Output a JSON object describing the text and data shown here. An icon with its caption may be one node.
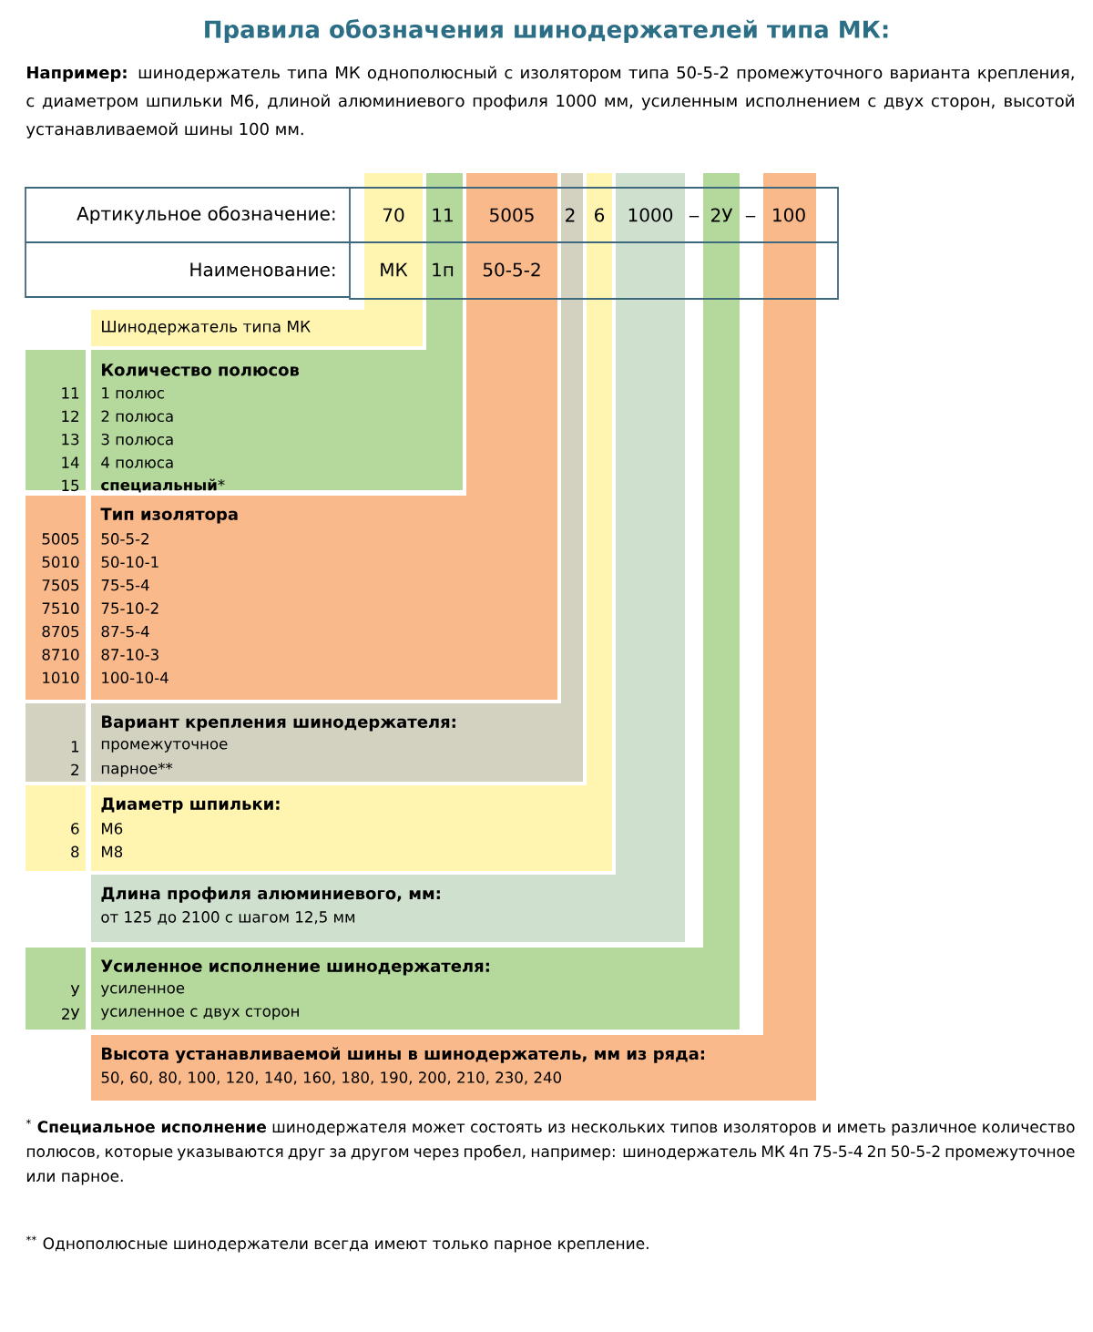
{
  "diagram": {
    "title": "Правила обозначения шинодержателей типа МК:",
    "nodes": [
      {
        "text": [
          "Шинодержатель типа МК"
        ]
      },
      {
        "text": [
          "Количество полюсов",
          "1 полюс",
          "2 полюса",
          "3 полюса",
          "4 полюса",
          "**специальный***"
        ],
        "beside": [
          "11",
          "12",
          "13",
          "14",
          "15"
        ]
      },
      {
        "text": [
          "Тип изолятора",
          "50-5-2",
          "50-10-1",
          "75-5-4",
          "75-10-2",
          "87-5-4",
          "87-10-3",
          "100-10-4"
        ],
        "beside": [
          "5005",
          "5010",
          "7505",
          "7510",
          "8705",
          "8710",
          "1010"
        ]
      },
      {
        "text": [
          "Вариант крепления шинодержателя:",
          "промежуточное",
          "парное**"
        ],
        "beside": [
          "1",
          "2"
        ]
      },
      {
        "text": [
          "Диаметр шпильки:",
          "М6",
          "М8"
        ],
        "beside": [
          "6",
          "8"
        ]
      },
      {
        "text": [
          "Длина профиля алюминиевого, мм:",
          "от 125 до 2100 с шагом 12,5 мм"
        ]
      },
      {
        "text": [
          "Усиленное исполнение шинодержателя:",
          "усиленное",
          "усиленное с двух сторон"
        ],
        "beside": [
          "У",
          "2У"
        ]
      },
      {
        "text": [
          "Высота устанавливаемой шины в шинодержатель, мм из ряда:",
          "50, 60, 80, 100, 120, 140, 160, 180, 190, 200, 210, 230, 240"
        ]
      }
    ],
    "labels": [
      "**Например:** шинодержатель типа МК однополюсный с изолятором типа 50-5-2 промежуточного варианта крепления, с диаметром шпильки М6, длиной алюминиевого профиля 1000 мм, усиленным исполнением с двух сторон, высотой устанавливаемой шины 100 мм.",
      "Артикульное обозначение:",
      "70",
      "11",
      "5005",
      "2",
      "6",
      "1000",
      "_",
      "2У",
      "_",
      "100",
      "Наименование:",
      "МК",
      "1п",
      "50-5-2",
      "$^{*}$ **Специальное исполнение** шинодержателя может состоять из нескольких типов изоляторов и иметь различное количество полюсов, которые указываются друг за другом через пробел, например: шинодержатель МК 4п 75-5-4 2п 50-5-2 промежуточное или парное.",
      "$^{**}$ Однополюсные шинодержатели всегда имеют только парное крепление."
    ]
  }
}
